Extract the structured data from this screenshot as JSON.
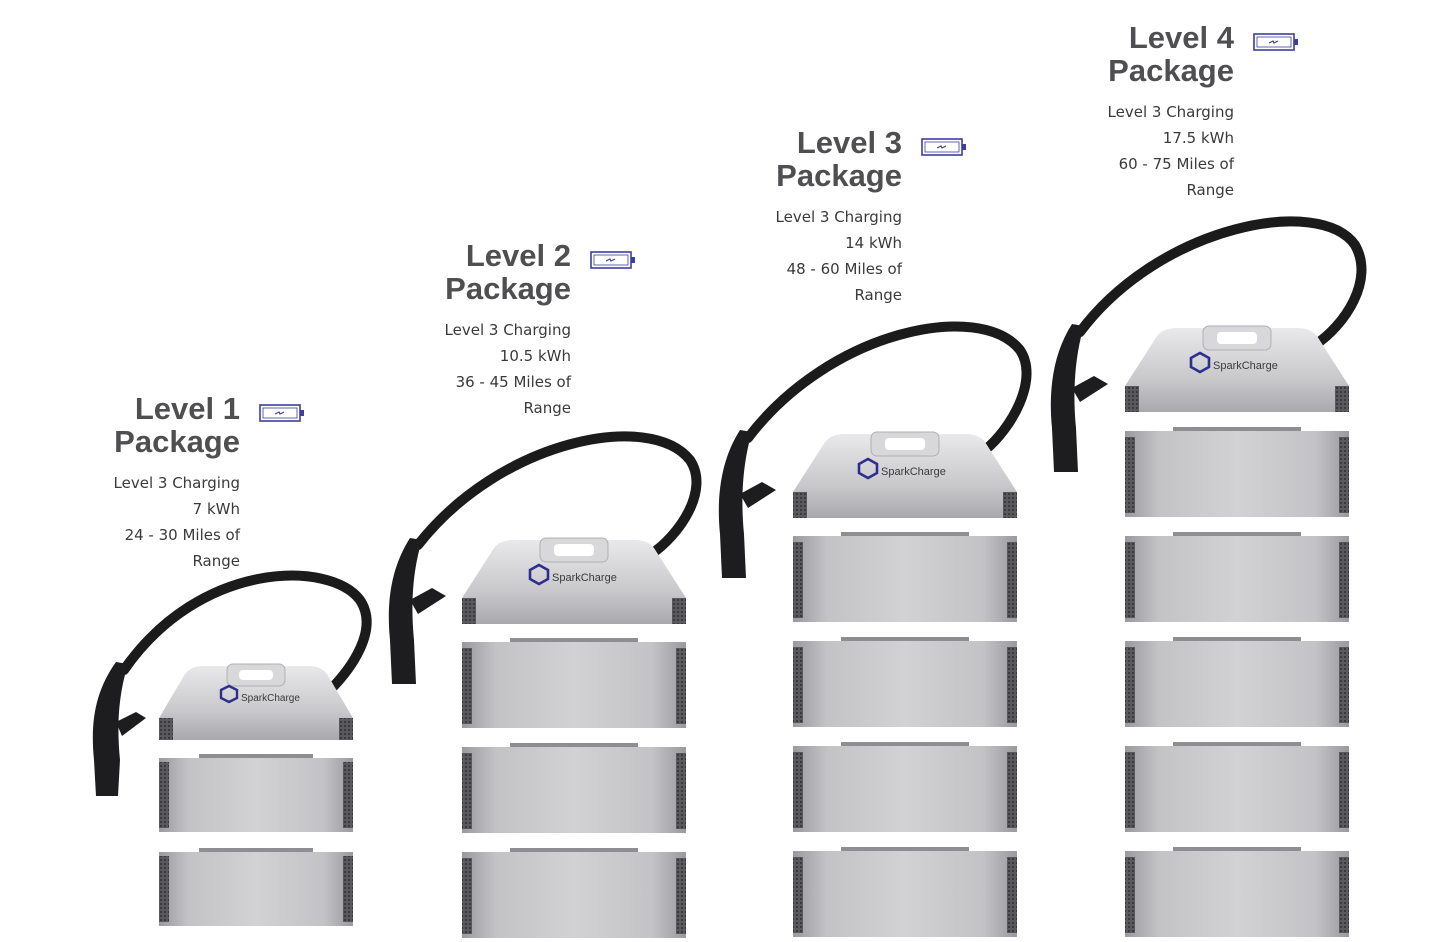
{
  "colors": {
    "title": "#4f4f52",
    "spec_text": "#3a3a3c",
    "icon_accent": "#3d3f9f",
    "unit_silver": "#c4c4c6",
    "cable": "#1b1b1b",
    "logo_blue": "#2c2f8c"
  },
  "packages": [
    {
      "title_line1": "Level 1",
      "title_line2": "Package",
      "charging": "Level 3 Charging",
      "capacity": "7 kWh",
      "range_line1": "24 - 30 Miles of",
      "range_line2": "Range",
      "icon": "battery-charging-icon",
      "brand": "SparkCharge",
      "module_count": 2
    },
    {
      "title_line1": "Level 2",
      "title_line2": "Package",
      "charging": "Level 3 Charging",
      "capacity": "10.5 kWh",
      "range_line1": "36 - 45 Miles of",
      "range_line2": "Range",
      "icon": "battery-charging-icon",
      "brand": "SparkCharge",
      "module_count": 3
    },
    {
      "title_line1": "Level 3",
      "title_line2": "Package",
      "charging": "Level 3 Charging",
      "capacity": "14 kWh",
      "range_line1": "48 - 60 Miles of",
      "range_line2": "Range",
      "icon": "battery-charging-icon",
      "brand": "SparkCharge",
      "module_count": 4
    },
    {
      "title_line1": "Level 4",
      "title_line2": "Package",
      "charging": "Level 3 Charging",
      "capacity": "17.5 kWh",
      "range_line1": "60 - 75 Miles of",
      "range_line2": "Range",
      "icon": "battery-charging-icon",
      "brand": "SparkCharge",
      "module_count": 5
    }
  ]
}
